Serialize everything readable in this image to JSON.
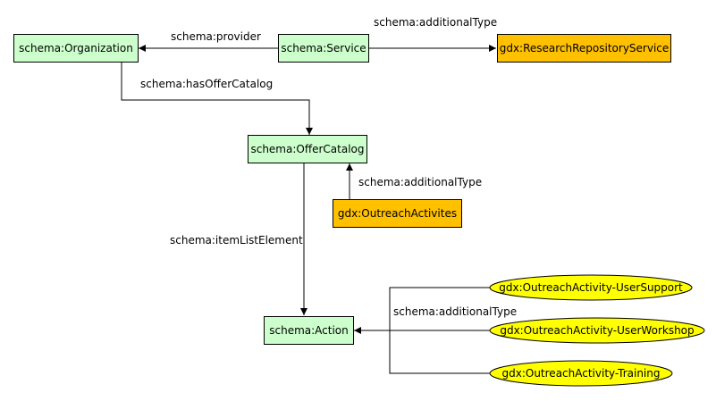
{
  "nodes": {
    "organization": {
      "label": "schema:Organization",
      "color": "#ccffcc"
    },
    "service": {
      "label": "schema:Service",
      "color": "#ccffcc"
    },
    "research_repository_service": {
      "label": "gdx:ResearchRepositoryService",
      "color": "#ffc000"
    },
    "offer_catalog": {
      "label": "schema:OfferCatalog",
      "color": "#ccffcc"
    },
    "outreach_activities": {
      "label": "gdx:OutreachActivites",
      "color": "#ffc000"
    },
    "action": {
      "label": "schema:Action",
      "color": "#ccffcc"
    },
    "user_support": {
      "label": "gdx:OutreachActivity-UserSupport",
      "color": "#ffff00"
    },
    "user_workshop": {
      "label": "gdx:OutreachActivity-UserWorkshop",
      "color": "#ffff00"
    },
    "training": {
      "label": "gdx:OutreachActivity-Training",
      "color": "#ffff00"
    }
  },
  "edges": {
    "provider": {
      "label": "schema:provider"
    },
    "service_additional_type": {
      "label": "schema:additionalType"
    },
    "has_offer_catalog": {
      "label": "schema:hasOfferCatalog"
    },
    "catalog_additional_type": {
      "label": "schema:additionalType"
    },
    "item_list_element": {
      "label": "schema:itemListElement"
    },
    "action_additional_type": {
      "label": "schema:additionalType"
    }
  }
}
